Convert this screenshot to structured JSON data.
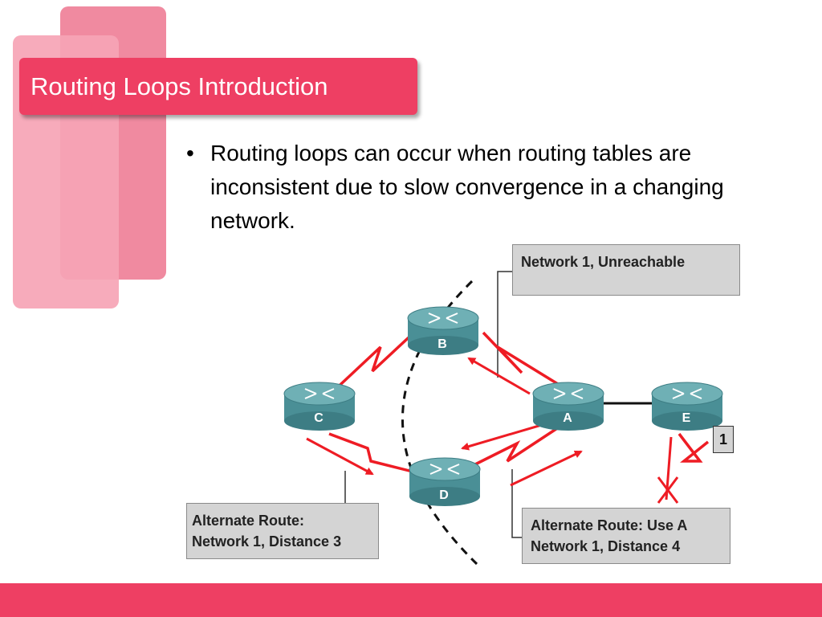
{
  "slide": {
    "title": "Routing Loops Introduction",
    "bullet_marker": "•",
    "bullet_text": "Routing loops can occur when routing tables are inconsistent due to slow convergence in a changing network."
  },
  "diagram": {
    "routers": [
      {
        "id": "B",
        "label": "B"
      },
      {
        "id": "C",
        "label": "C"
      },
      {
        "id": "A",
        "label": "A"
      },
      {
        "id": "E",
        "label": "E"
      },
      {
        "id": "D",
        "label": "D"
      }
    ],
    "callouts": {
      "top": [
        "Network 1, Unreachable"
      ],
      "left": [
        "Alternate Route:",
        "Network 1, Distance 3"
      ],
      "right": [
        "Alternate Route: Use A",
        "Network 1, Distance 4"
      ]
    },
    "network_badge": "1",
    "colors": {
      "link": "#ee1c24",
      "router_body": "#4a8f96",
      "router_top": "#6fb0b5",
      "callout_bg": "#d4d4d4",
      "accent": "#ee3f63"
    }
  }
}
